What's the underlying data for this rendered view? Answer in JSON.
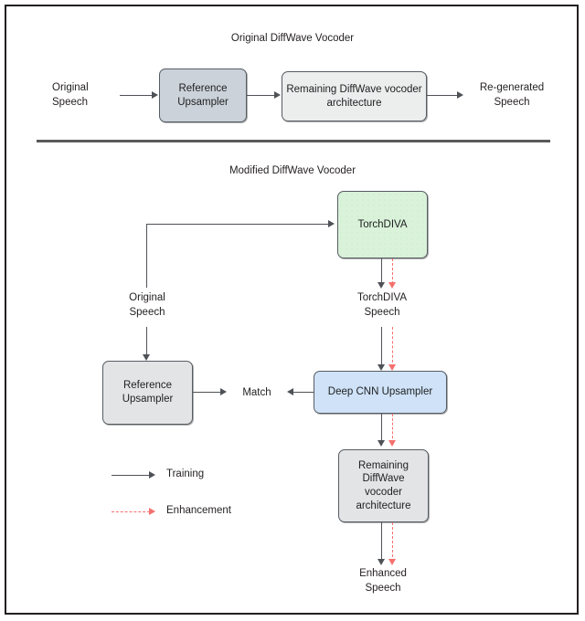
{
  "diagram": {
    "sections": [
      {
        "title": "Original DiffWave Vocoder"
      },
      {
        "title": "Modified DiffWave Vocoder"
      }
    ],
    "original": {
      "input_label": "Original\nSpeech",
      "box_reference_upsampler": "Reference\nUpsampler",
      "box_remaining": "Remaining DiffWave\nvocoder architecture",
      "output_label": "Re-generated\nSpeech"
    },
    "modified": {
      "box_torchdiva": "TorchDIVA",
      "box_reference_upsampler": "Reference\nUpsampler",
      "box_deep_cnn_upsampler": "Deep CNN Upsampler",
      "box_remaining": "Remaining\nDiffWave\nvocoder\narchitecture",
      "label_original_speech": "Original\nSpeech",
      "label_torchdiva_speech": "TorchDIVA\nSpeech",
      "label_match": "Match",
      "label_enhanced_speech": "Enhanced\nSpeech"
    },
    "legend": {
      "items": [
        {
          "label": "Training",
          "style": "solid",
          "color": "#4e5257"
        },
        {
          "label": "Enhancement",
          "style": "dashed",
          "color": "#f4706e"
        }
      ]
    },
    "colors": {
      "box_dark_grey": "#ccd2d9",
      "box_light_grey": "#eceded",
      "box_green": "#d9f2d9",
      "box_blue": "#cfe2f7",
      "stroke": "#4e5257",
      "enhancement": "#f4706e",
      "border": "#231f20"
    }
  }
}
